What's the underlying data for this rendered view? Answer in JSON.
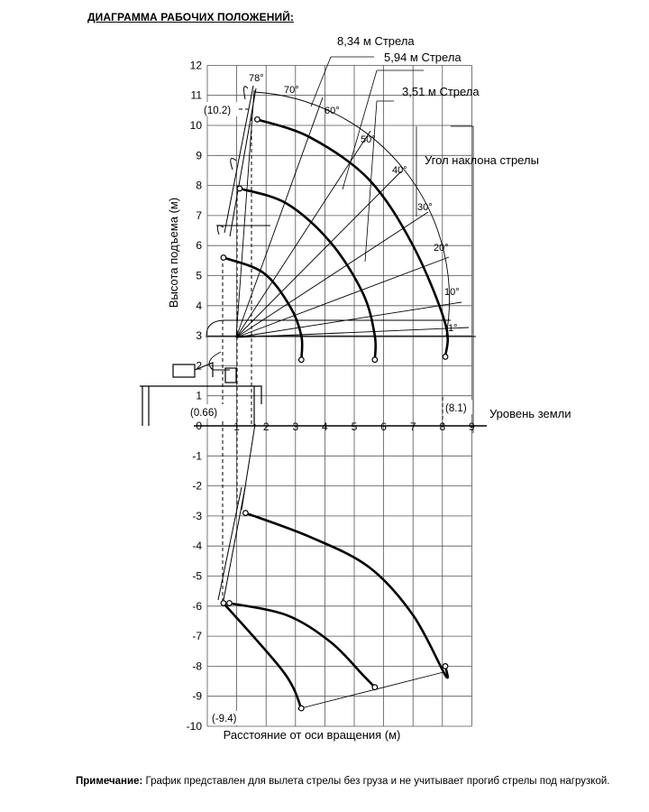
{
  "title": "ДИАГРАММА РАБОЧИХ ПОЛОЖЕНИЙ:",
  "axes": {
    "ylabel": "Высота    подъема (м)",
    "xlabel": "Расстояние от оси вращения (м)",
    "yticks": [
      "12",
      "11",
      "10",
      "9",
      "8",
      "7",
      "6",
      "5",
      "4",
      "3",
      "2",
      "1",
      "0",
      "-1",
      "-2",
      "-3",
      "-4",
      "-5",
      "-6",
      "-7",
      "-8",
      "-9",
      "-10"
    ],
    "xticks": [
      "1",
      "2",
      "3",
      "4",
      "5",
      "6",
      "7",
      "8",
      "9"
    ],
    "ground_label": "Уровень земли"
  },
  "labels": {
    "boom1": "8,34 м Стрела",
    "boom2": "5,94 м Стрела",
    "boom3": "3,51 м Стрела",
    "angle": "Угол наклона стрелы"
  },
  "angle_marks": [
    "78°",
    "70°",
    "60°",
    "50°",
    "40°",
    "30°",
    "20°",
    "10°",
    "1°"
  ],
  "annotations": {
    "max_height": "(10.2)",
    "min_reach": "(0.66)",
    "max_reach": "(8.1)",
    "min_depth": "(-9.4)"
  },
  "note": {
    "bold": "Примечание:",
    "text": " График представлен для вылета стрелы без груза и не учитывает прогиб стрелы под нагрузкой."
  },
  "chart_data": {
    "type": "line",
    "xlabel": "Расстояние от оси вращения (м)",
    "ylabel": "Высота    подъема (м)",
    "xlim": [
      0,
      9
    ],
    "ylim": [
      -10,
      12
    ],
    "grid": true,
    "series": [
      {
        "name": "8,34 м Стрела",
        "upper": {
          "x": [
            1.7,
            3.5,
            5.5,
            7.0,
            8.1,
            8.1
          ],
          "y": [
            10.2,
            9.6,
            8.2,
            6.0,
            3.4,
            2.3
          ]
        },
        "lower": {
          "x": [
            1.3,
            3.5,
            5.5,
            7.0,
            8.1,
            8.1
          ],
          "y": [
            -2.9,
            -3.7,
            -4.7,
            -6.3,
            -8.3,
            -8.0
          ]
        }
      },
      {
        "name": "5,94 м Стрела",
        "upper": {
          "x": [
            1.1,
            2.7,
            4.2,
            5.3,
            5.7,
            5.7
          ],
          "y": [
            7.9,
            7.4,
            6.1,
            4.4,
            3.0,
            2.2
          ]
        },
        "lower": {
          "x": [
            0.75,
            2.7,
            4.2,
            5.3,
            5.7
          ],
          "y": [
            -5.9,
            -6.3,
            -7.2,
            -8.3,
            -8.7
          ]
        }
      },
      {
        "name": "3,51 м Стрела",
        "upper": {
          "x": [
            0.55,
            1.9,
            2.8,
            3.2,
            3.2
          ],
          "y": [
            5.6,
            5.1,
            4.0,
            3.0,
            2.2
          ]
        },
        "lower": {
          "x": [
            0.55,
            2.6,
            3.2
          ],
          "y": [
            -5.9,
            -8.2,
            -9.4
          ]
        }
      }
    ],
    "annotations": [
      "(10.2)",
      "(0.66)",
      "(8.1)",
      "(-9.4)"
    ]
  }
}
